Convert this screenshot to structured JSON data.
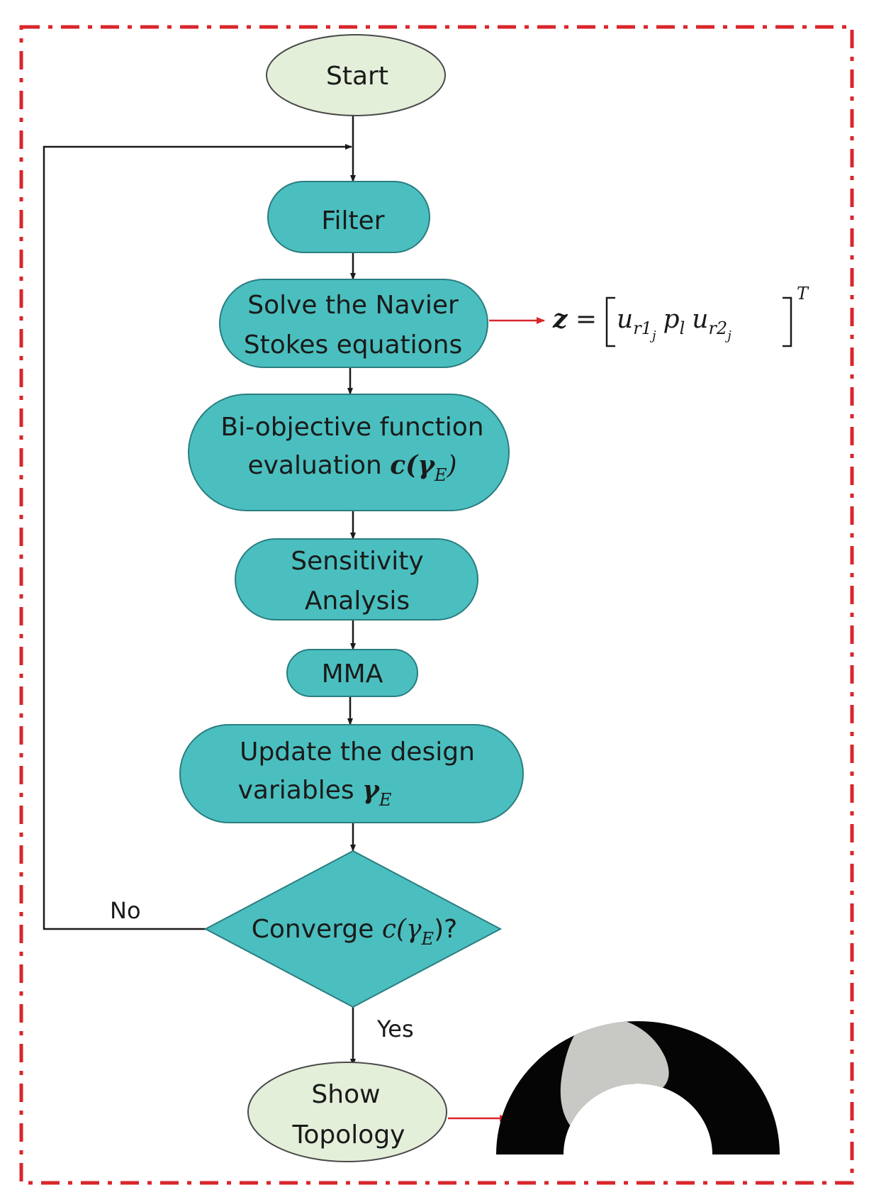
{
  "colors": {
    "process_fill": "#4bbfbf",
    "process_stroke": "#2a7d80",
    "terminal_fill": "#e4efda",
    "terminal_stroke": "#4a4a4a",
    "frame": "#d9262b",
    "arrow": "#1a1a1a",
    "output_arrow": "#d9262b",
    "topology_black": "#050505",
    "topology_gray": "#c8c8c4"
  },
  "nodes": {
    "start": "Start",
    "filter": "Filter",
    "solve_line1": "Solve the Navier",
    "solve_line2": "Stokes equations",
    "biobj_line1": "Bi-objective function",
    "biobj_line2_text": "evaluation ",
    "biobj_line2_math": "c(γ",
    "biobj_line2_sub": "E",
    "biobj_line2_close": ")",
    "sens_line1": "Sensitivity",
    "sens_line2": "Analysis",
    "mma": "MMA",
    "update_line1": "Update the design",
    "update_line2_text": "variables ",
    "update_line2_math": "γ",
    "update_line2_sub": "E",
    "converge_text": "Converge ",
    "converge_math": "c(γ",
    "converge_sub": "E",
    "converge_close": ")?",
    "show_line1": "Show",
    "show_line2": "Topology"
  },
  "edge_labels": {
    "no": "No",
    "yes": "Yes"
  },
  "output_formula": {
    "lhs": "z",
    "eq": " = ",
    "u1": "u",
    "u1_sub": "r1",
    "u1_subsub": "j",
    "p": "p",
    "p_sub": "l",
    "u2": "u",
    "u2_sub": "r2",
    "u2_subsub": "j",
    "transpose": "T"
  }
}
